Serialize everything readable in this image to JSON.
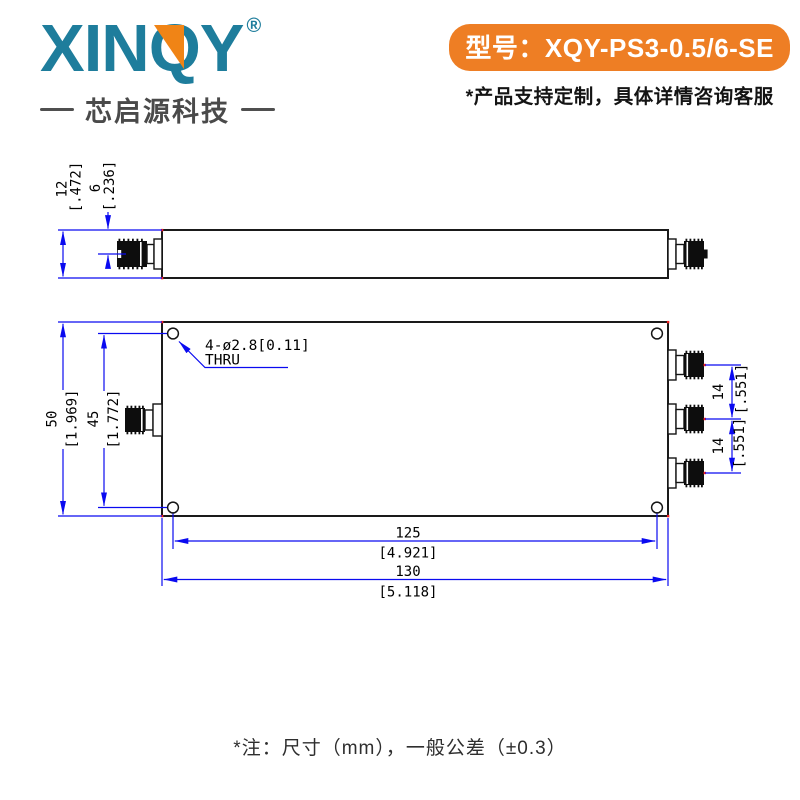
{
  "brand": {
    "logo_text": "XINQY",
    "registered_mark": "®",
    "tagline": "芯启源科技"
  },
  "header": {
    "model_label": "型号：XQY-PS3-0.5/6-SE",
    "custom_note": "*产品支持定制，具体详情咨询客服"
  },
  "drawing": {
    "hole_callout": {
      "line1": "4-ø2.8[0.11]",
      "line2": "THRU"
    },
    "d12": {
      "mm": "12",
      "in": "[.472]"
    },
    "d6": {
      "mm": "6",
      "in": "[.236]"
    },
    "d50": {
      "mm": "50",
      "in": "[1.969]"
    },
    "d45": {
      "mm": "45",
      "in": "[1.772]"
    },
    "d14_top": {
      "mm": "14",
      "in": "[.551]"
    },
    "d14_bottom": {
      "mm": "14",
      "in": "[.551]"
    },
    "d125": {
      "mm": "125",
      "in": "[4.921]"
    },
    "d130": {
      "mm": "130",
      "in": "[5.118]"
    }
  },
  "footer": {
    "note": "*注：尺寸（mm），一般公差（±0.3）"
  },
  "colors": {
    "accent_orange": "#ee7e24",
    "brand_teal": "#1e7d9c",
    "dimension_blue": "#0a0af0"
  }
}
